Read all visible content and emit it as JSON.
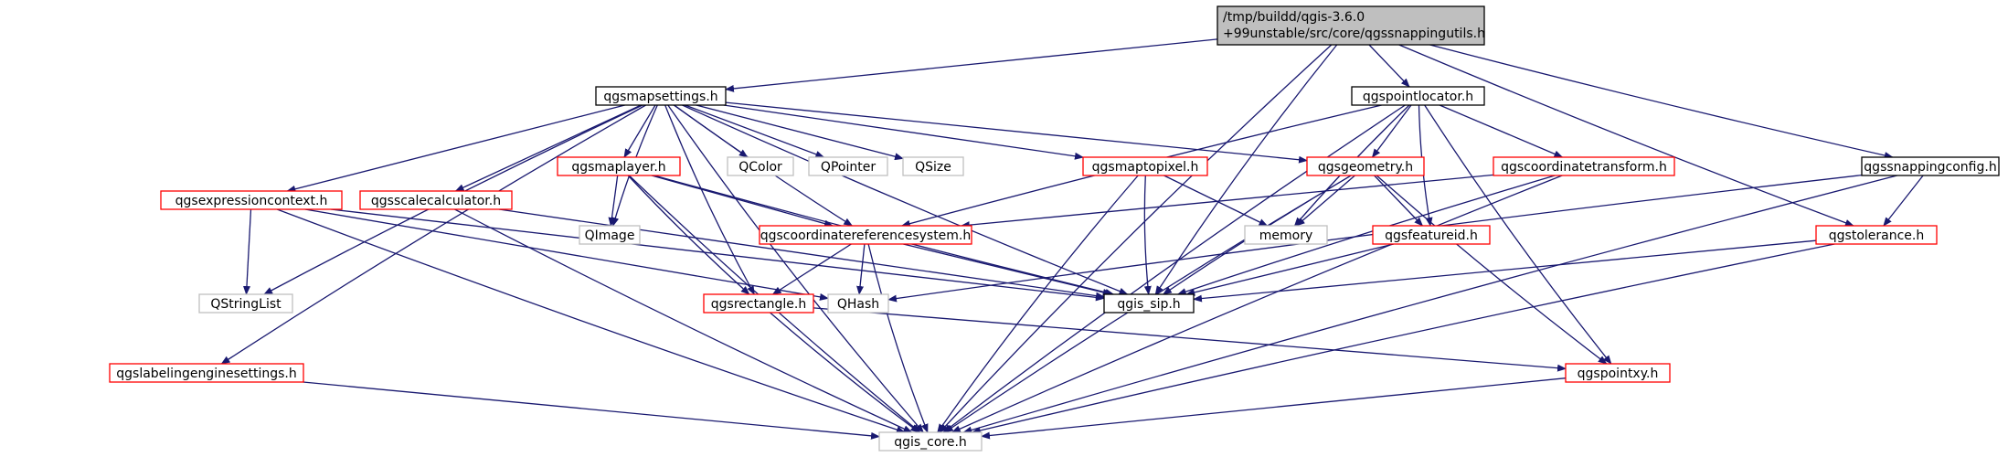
{
  "colors": {
    "edge": "#191970",
    "box_black": "#000000",
    "box_red": "#ff0000",
    "box_gray": "#bfbfbf",
    "root_fill": "#bfbfbf",
    "fill": "#ffffff"
  },
  "nodes": {
    "root_line1": "/tmp/buildd/qgis-3.6.0",
    "root_line2": "+99unstable/src/core/qgssnappingutils.h",
    "qgsmapsettings": "qgsmapsettings.h",
    "qgspointlocator": "qgspointlocator.h",
    "qgssnappingconfig": "qgssnappingconfig.h",
    "qgsmaplayer": "qgsmaplayer.h",
    "qcolor": "QColor",
    "qpointer": "QPointer",
    "qsize": "QSize",
    "qgsmaptopixel": "qgsmaptopixel.h",
    "qgsgeometry": "qgsgeometry.h",
    "qgscoordinatetransform": "qgscoordinatetransform.h",
    "qgsexpressioncontext": "qgsexpressioncontext.h",
    "qgsscalecalculator": "qgsscalecalculator.h",
    "qimage": "QImage",
    "qgscoordinatereferencesystem": "qgscoordinatereferencesystem.h",
    "memory": "memory",
    "qgsfeatureid": "qgsfeatureid.h",
    "qgstolerance": "qgstolerance.h",
    "qstringlist": "QStringList",
    "qgsrectangle": "qgsrectangle.h",
    "qhash": "QHash",
    "qgis_sip": "qgis_sip.h",
    "qgslabelingenginesettings": "qgslabelingenginesettings.h",
    "qgspointxy": "qgspointxy.h",
    "qgis_core": "qgis_core.h"
  }
}
